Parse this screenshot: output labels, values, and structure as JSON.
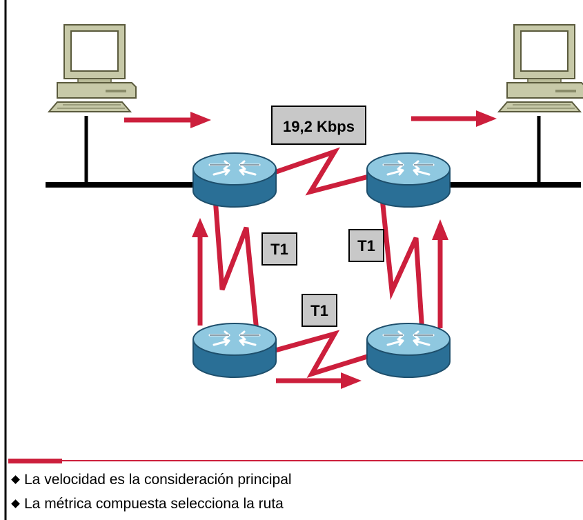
{
  "links": {
    "top": "19,2 Kbps",
    "left": "T1",
    "right": "T1",
    "bottom": "T1"
  },
  "bullets": [
    "La velocidad es la consideración principal",
    "La métrica compuesta selecciona la ruta"
  ],
  "colors": {
    "traffic_arrow": "#cc1f3c",
    "serial_link": "#cc1f3c",
    "router_body": "#2f7fa8",
    "router_top": "#8fc8e0",
    "computer_body": "#c7c9a8",
    "computer_outline": "#5a5a3c",
    "ethernet": "#000000",
    "label_fill": "#c8c8c8",
    "divider": "#cc1f3c"
  },
  "icons": [
    "desktop-computer-icon",
    "router-icon"
  ]
}
